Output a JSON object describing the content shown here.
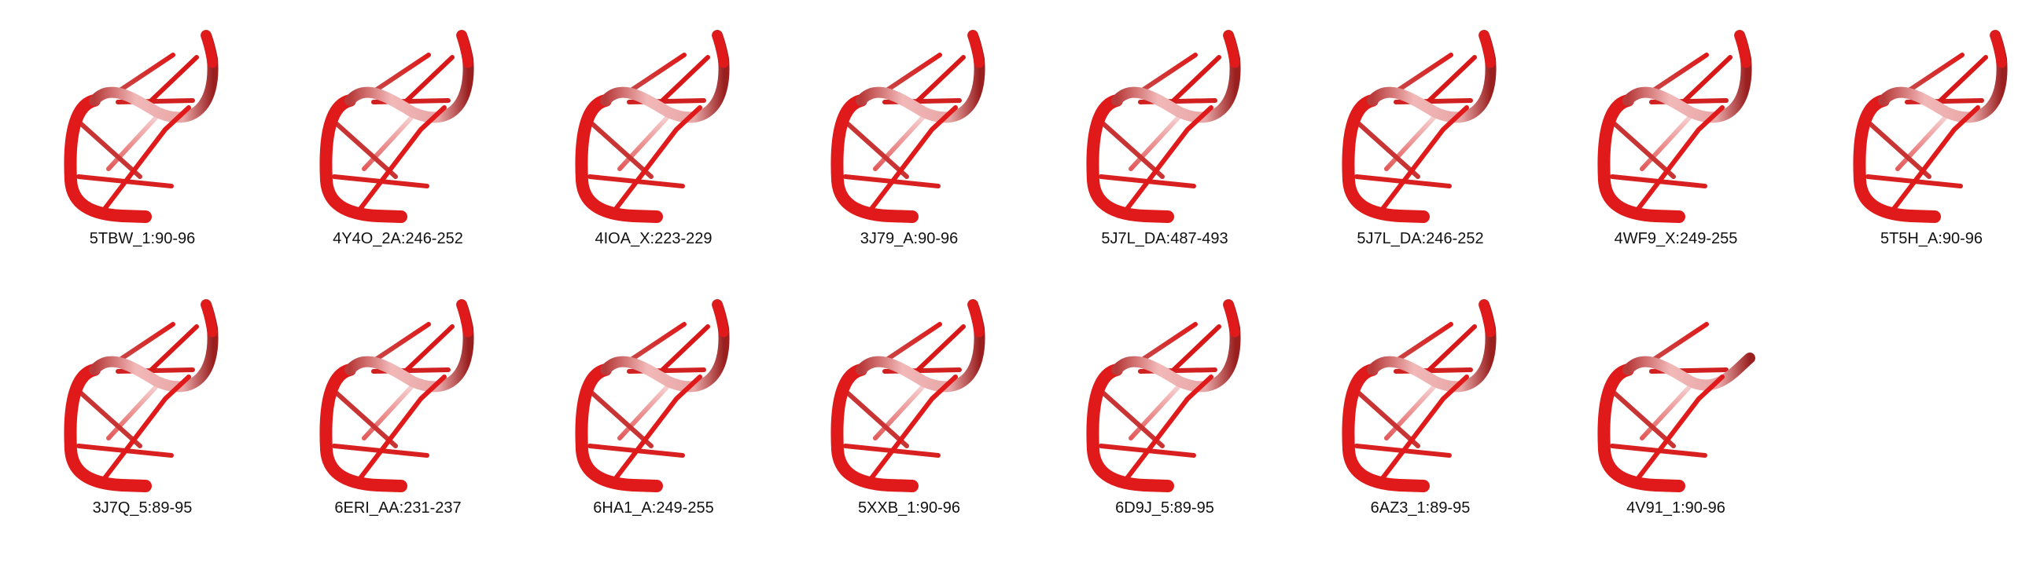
{
  "figure": {
    "structures": [
      {
        "label": "5TBW_1:90-96"
      },
      {
        "label": "4Y4O_2A:246-252"
      },
      {
        "label": "4IOA_X:223-229"
      },
      {
        "label": "3J79_A:90-96"
      },
      {
        "label": "5J7L_DA:487-493"
      },
      {
        "label": "5J7L_DA:246-252"
      },
      {
        "label": "4WF9_X:249-255"
      },
      {
        "label": "5T5H_A:90-96"
      },
      {
        "label": "3J7Q_5:89-95"
      },
      {
        "label": "6ERI_AA:231-237"
      },
      {
        "label": "6HA1_A:249-255"
      },
      {
        "label": "5XXB_1:90-96"
      },
      {
        "label": "6D9J_5:89-95"
      },
      {
        "label": "6AZ3_1:89-95"
      },
      {
        "label": "4V91_1:90-96"
      }
    ],
    "colors": {
      "backbone_front": "#e01a1a",
      "backbone_back": "#f2b8b8",
      "backbone_dark": "#8c1a1a",
      "background": "#ffffff"
    }
  }
}
